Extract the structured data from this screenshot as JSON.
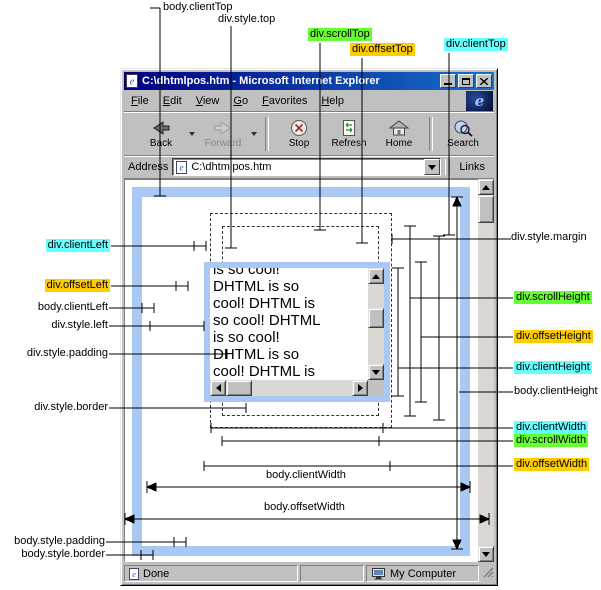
{
  "window": {
    "title": "C:\\dhtmlpos.htm - Microsoft Internet Explorer",
    "menu": {
      "items": [
        "File",
        "Edit",
        "View",
        "Go",
        "Favorites",
        "Help"
      ],
      "logo": "e"
    },
    "toolbar": {
      "buttons": [
        {
          "label": "Back"
        },
        {
          "label": "Forward"
        },
        {
          "label": "Stop"
        },
        {
          "label": "Refresh"
        },
        {
          "label": "Home"
        },
        {
          "label": "Search"
        }
      ]
    },
    "address": {
      "label": "Address",
      "value": "C:\\dhtmlpos.htm",
      "links": "Links"
    },
    "statusbar": {
      "status": "Done",
      "zone": "My Computer"
    }
  },
  "document": {
    "div_lines": [
      "is so cool!",
      "DHTML is so",
      "cool! DHTML is",
      "so cool! DHTML",
      "is so cool!",
      "DHTML is so",
      "cool! DHTML is"
    ]
  },
  "annotations": {
    "body_clientTop": "body.clientTop",
    "div_style_top": "div.style.top",
    "div_scrollTop": "div.scrollTop",
    "div_offsetTop": "div.offsetTop",
    "div_clientTop": "div.clientTop",
    "div_clientLeft": "div.clientLeft",
    "div_offsetLeft": "div.offsetLeft",
    "body_clientLeft": "body.clientLeft",
    "div_style_left": "div.style.left",
    "div_style_padding": "div.style.padding",
    "div_style_border": "div.style.border",
    "div_style_margin": "div.style.margin",
    "div_scrollHeight": "div.scrollHeight",
    "div_offsetHeight": "div.offsetHeight",
    "div_clientHeight": "div.clientHeight",
    "body_clientHeight": "body.clientHeight",
    "div_clientWidth": "div.clientWidth",
    "div_scrollWidth": "div.scrollWidth",
    "div_offsetWidth": "div.offsetWidth",
    "body_clientWidth": "body.clientWidth",
    "body_offsetWidth": "body.offsetWidth",
    "body_style_padding": "body.style.padding",
    "body_style_border": "body.style.border"
  },
  "colors": {
    "highlight_cyan": "#66ffff",
    "highlight_green": "#66ff33",
    "highlight_yellow": "#ffcc00",
    "body_border_blue": "#a9c9f4",
    "titlebar_blue": "#000080"
  }
}
